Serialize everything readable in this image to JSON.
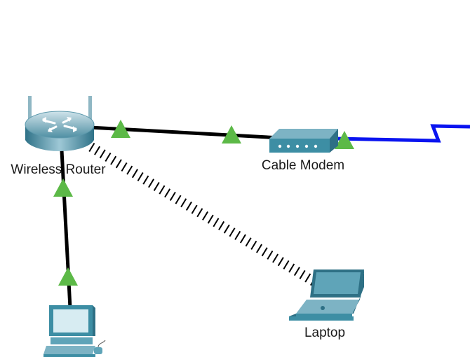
{
  "devices": {
    "router": {
      "label": "Wireless Router",
      "icon": "wireless-router-icon"
    },
    "modem": {
      "label": "Cable Modem",
      "icon": "cable-modem-icon"
    },
    "laptop": {
      "label": "Laptop",
      "icon": "laptop-icon"
    },
    "pc": {
      "label": "",
      "icon": "desktop-pc-icon"
    }
  },
  "links": [
    {
      "from": "router",
      "to": "modem",
      "medium": "copper-ethernet",
      "status": "up"
    },
    {
      "from": "router",
      "to": "pc",
      "medium": "copper-ethernet",
      "status": "up"
    },
    {
      "from": "router",
      "to": "laptop",
      "medium": "wireless",
      "status": "none"
    },
    {
      "from": "modem",
      "to": "internet",
      "medium": "coaxial",
      "status": "up"
    }
  ],
  "colors": {
    "ethernet": "#000000",
    "coax": "#0a14f0",
    "link_up": "#5cb947",
    "device_teal": "#3d8ea4"
  }
}
